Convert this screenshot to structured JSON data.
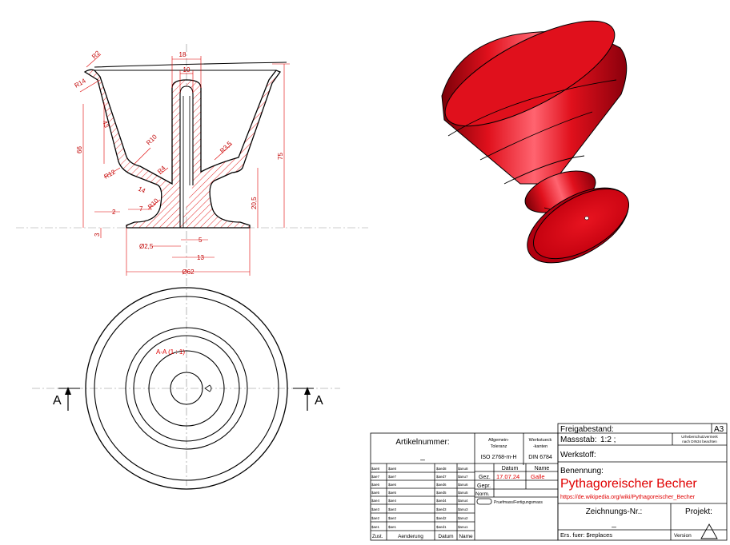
{
  "section": {
    "dims": {
      "d18": "18",
      "d10": "10",
      "r2": "R2",
      "r14": "R14",
      "d43": "43",
      "d66": "66",
      "r10": "R10",
      "r35": "R3,5",
      "d75": "75",
      "r12": "R12",
      "d14": "14",
      "r4": "R4",
      "r10b": "R10",
      "d205": "20,5",
      "d2": "2",
      "d7": "7",
      "d3": "3",
      "dia25": "Ø2,5",
      "d5": "5",
      "d13": "13",
      "dia62": "Ø62"
    }
  },
  "view": {
    "section_label": "A-A (1 : 1)",
    "arrow_left": "A",
    "arrow_right": "A"
  },
  "colors": {
    "accent": "#e00000",
    "model": "#e0101c"
  },
  "title_block": {
    "freigabe_label": "Freigabestand:",
    "format": "A3",
    "massstab_label": "Massstab:",
    "massstab_value": "1:2 ;",
    "copyright_line1": "Urheberschutzvermerk",
    "copyright_line2": "nach DIN34 beachten",
    "werkstoff_label": "Werkstoff:",
    "benennung_label": "Benennung:",
    "title": "Pythagoreischer Becher",
    "url": "https://de.wikipedia.org/wiki/Pythagoreischer_Becher",
    "zeichnungsnr_label": "Zeichnungs-Nr.:",
    "zeichnungsnr_value": "_",
    "projekt_label": "Projekt:",
    "ers_fuer": "Ers. fuer: $replaces",
    "version_label": "Version",
    "artikel_label": "Artikelnummer:",
    "artikel_value": "_",
    "tol_line1": "Allgemein-",
    "tol_line2": "Toleranz",
    "tol_value": "ISO 2768-m-H",
    "wk_line1": "Werkstueck",
    "wk_line2": "-kanten",
    "wk_value": "DIN 6784",
    "datum_head": "Datum",
    "name_head": "Name",
    "gez_label": "Gez.",
    "gez_date": "17.07.24",
    "gez_name": "Galle",
    "gepr_label": "Gepr.",
    "norm_label": "Norm.",
    "pruef": "Pruefmass/Fertigungsmass",
    "zust_label": "Zust.",
    "aenderung_label": "Aenderung",
    "datum_label": "Datum",
    "name_label": "Name",
    "revs": [
      {
        "z": "$ae8",
        "a": "$ae8",
        "d": "$aed8",
        "n": "$anu8"
      },
      {
        "z": "$ae7",
        "a": "$ae7",
        "d": "$aed7",
        "n": "$anu7"
      },
      {
        "z": "$ae6",
        "a": "$ae6",
        "d": "$aed6",
        "n": "$anu6"
      },
      {
        "z": "$ae5",
        "a": "$ae5",
        "d": "$aed5",
        "n": "$anu5"
      },
      {
        "z": "$ae4",
        "a": "$ae4",
        "d": "$aed4",
        "n": "$anu4"
      },
      {
        "z": "$ae3",
        "a": "$ae3",
        "d": "$aed3",
        "n": "$anu3"
      },
      {
        "z": "$ae2",
        "a": "$ae2",
        "d": "$aed2",
        "n": "$anu2"
      },
      {
        "z": "$ae1",
        "a": "$ae1",
        "d": "$aed1",
        "n": "$anu1"
      }
    ]
  }
}
